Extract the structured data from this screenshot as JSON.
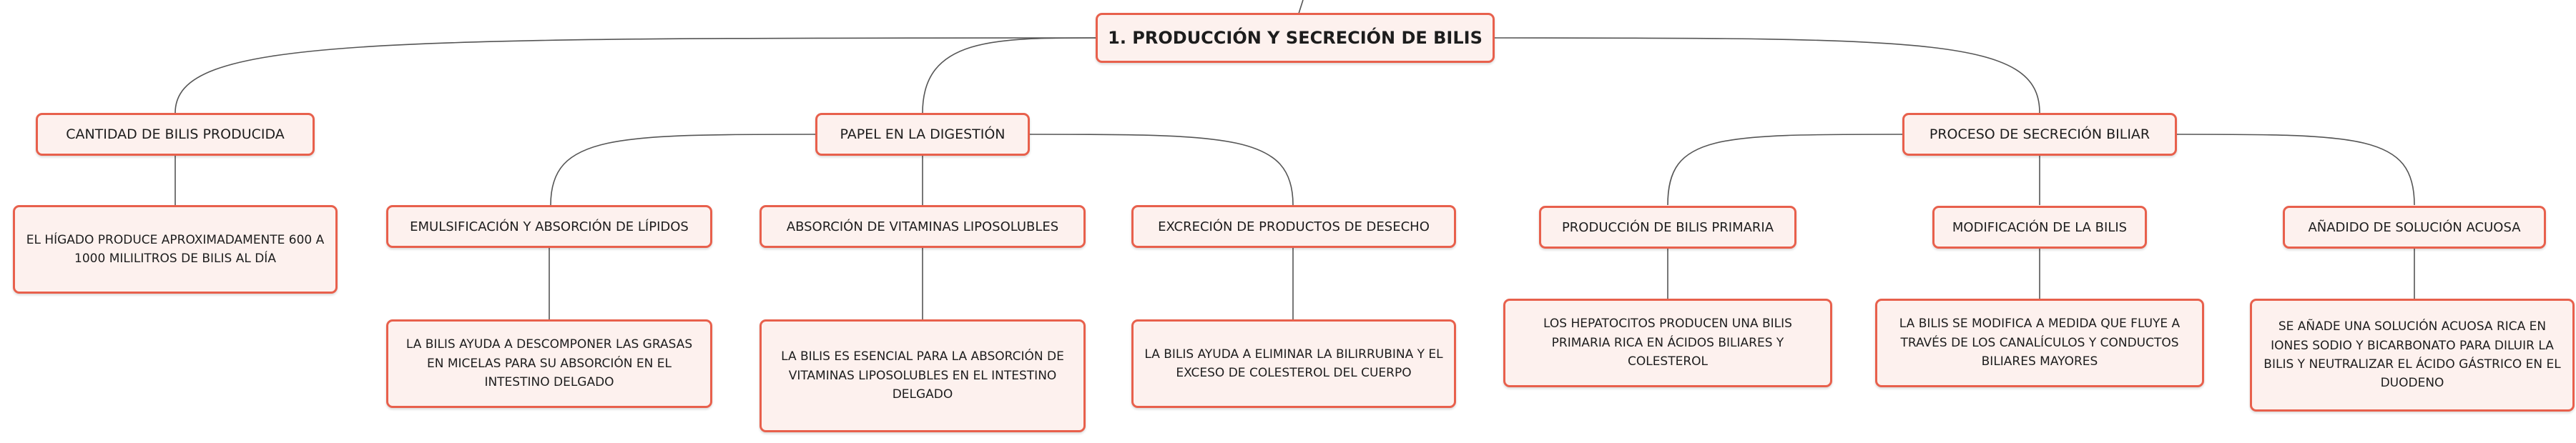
{
  "colors": {
    "accent": "#e8604c",
    "fill": "#fdf1ee",
    "line": "#555555"
  },
  "root": {
    "label": "1. PRODUCCIÓN Y SECRECIÓN DE BILIS"
  },
  "branches": [
    {
      "label": "CANTIDAD DE BILIS PRODUCIDA",
      "children": [],
      "detail": "EL HÍGADO PRODUCE APROXIMADAMENTE 600 A 1000 MILILITROS DE BILIS AL DÍA"
    },
    {
      "label": "PAPEL EN LA DIGESTIÓN",
      "children": [
        {
          "label": "EMULSIFICACIÓN Y ABSORCIÓN DE LÍPIDOS",
          "detail": "LA BILIS AYUDA A DESCOMPONER LAS GRASAS EN MICELAS PARA SU ABSORCIÓN EN EL INTESTINO DELGADO"
        },
        {
          "label": "ABSORCIÓN DE VITAMINAS LIPOSOLUBLES",
          "detail": "LA BILIS ES ESENCIAL PARA LA ABSORCIÓN DE VITAMINAS LIPOSOLUBLES EN EL INTESTINO DELGADO"
        },
        {
          "label": "EXCRECIÓN DE PRODUCTOS DE DESECHO",
          "detail": "LA BILIS AYUDA A ELIMINAR LA BILIRRUBINA Y EL EXCESO DE COLESTEROL DEL CUERPO"
        }
      ]
    },
    {
      "label": "PROCESO DE SECRECIÓN BILIAR",
      "children": [
        {
          "label": "PRODUCCIÓN DE BILIS PRIMARIA",
          "detail": "LOS HEPATOCITOS PRODUCEN UNA BILIS PRIMARIA RICA EN ÁCIDOS BILIARES Y COLESTEROL"
        },
        {
          "label": "MODIFICACIÓN DE LA BILIS",
          "detail": "LA BILIS SE MODIFICA A MEDIDA QUE FLUYE A TRAVÉS DE LOS CANALÍCULOS Y CONDUCTOS BILIARES MAYORES"
        },
        {
          "label": "AÑADIDO DE SOLUCIÓN ACUOSA",
          "detail": "SE AÑADE UNA SOLUCIÓN ACUOSA RICA EN IONES SODIO Y BICARBONATO PARA DILUIR LA BILIS Y NEUTRALIZAR EL ÁCIDO GÁSTRICO EN EL DUODENO"
        }
      ]
    }
  ]
}
